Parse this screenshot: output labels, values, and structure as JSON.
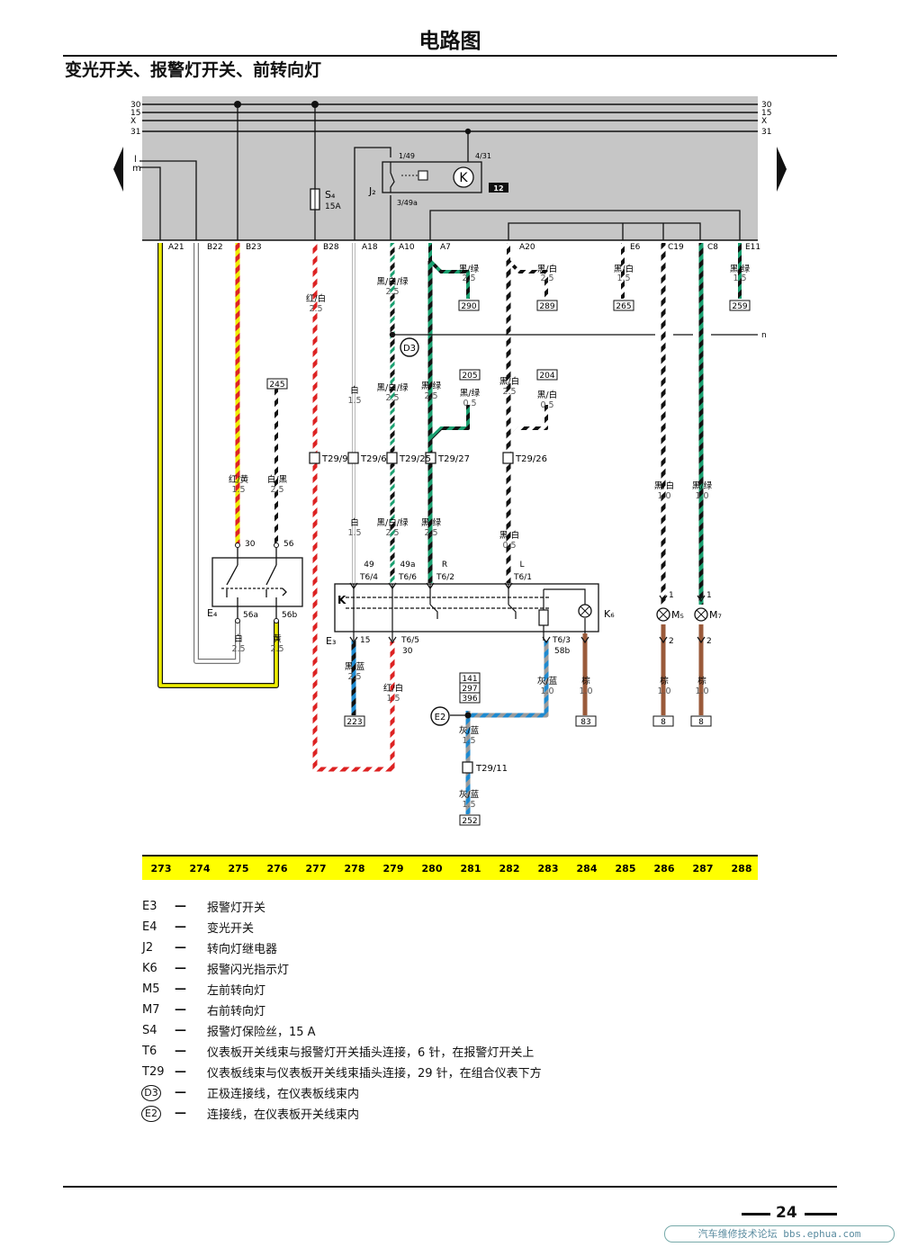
{
  "header": {
    "title": "电路图",
    "subtitle": "变光开关、报警灯开关、前转向灯"
  },
  "page_number": "24",
  "watermark": "汽车维修技术论坛 bbs.ephua.com",
  "colors": {
    "panel": "#c6c6c6",
    "yellow_bar": "#ffff00",
    "red": "#dd2222",
    "yellow": "#eeee00",
    "green": "#1aa070",
    "blue": "#1e8ad0",
    "brown": "#9a5a3a",
    "grey": "#9a9a9a"
  },
  "diagram": {
    "rails_left": [
      "30",
      "15",
      "X",
      "31"
    ],
    "rails_right": [
      "30",
      "15",
      "X",
      "31"
    ],
    "lm": [
      "l",
      "m"
    ],
    "relay": {
      "name": "J₂",
      "pin_in": "1/49",
      "pin_ground": "4/31",
      "pin_out": "3/49a",
      "position": "12"
    },
    "fuse": {
      "name": "S₄",
      "rating": "15A"
    },
    "pins": [
      "A21",
      "B22",
      "B23",
      "B28",
      "A18",
      "A10",
      "A7",
      "A20",
      "E6",
      "C19",
      "C8",
      "E11"
    ],
    "wire_labels": [
      {
        "text": "黑/绿",
        "size": "2.5"
      },
      {
        "text": "黑/白",
        "size": "2.5"
      },
      {
        "text": "黑/白",
        "size": "1.5"
      },
      {
        "text": "黑/绿",
        "size": "1.5"
      },
      {
        "text": "红/白",
        "size": "2.5"
      },
      {
        "text": "黑/白/绿",
        "size": "2.5"
      },
      {
        "text": "白",
        "size": "1.5"
      },
      {
        "text": "黑/白/绿",
        "size": "2.5"
      },
      {
        "text": "黑/绿",
        "size": "2.5"
      },
      {
        "text": "黑/绿",
        "size": "0.5"
      },
      {
        "text": "黑/白",
        "size": "2.5"
      },
      {
        "text": "黑/白",
        "size": "0.5"
      },
      {
        "text": "红/黄",
        "size": "1.5"
      },
      {
        "text": "白/黑",
        "size": "2.5"
      },
      {
        "text": "黑/白",
        "size": "1.0"
      },
      {
        "text": "黑/绿",
        "size": "1.0"
      },
      {
        "text": "白",
        "size": "1.5"
      },
      {
        "text": "黑/白/绿",
        "size": "2.5"
      },
      {
        "text": "黑/绿",
        "size": "2.5"
      },
      {
        "text": "黑/白",
        "size": "0.5"
      },
      {
        "text": "白",
        "size": "2.5"
      },
      {
        "text": "黄",
        "size": "2.5"
      },
      {
        "text": "黑/蓝",
        "size": "2.5"
      },
      {
        "text": "红/白",
        "size": "1.5"
      },
      {
        "text": "灰/蓝",
        "size": "1.0"
      },
      {
        "text": "棕",
        "size": "1.0"
      },
      {
        "text": "棕",
        "size": "1.0"
      },
      {
        "text": "棕",
        "size": "1.0"
      },
      {
        "text": "灰/蓝",
        "size": "1.5"
      },
      {
        "text": "灰/蓝",
        "size": "1.5"
      }
    ],
    "refs": [
      "290",
      "289",
      "265",
      "259",
      "205",
      "204",
      "245",
      "223",
      "141",
      "297",
      "396",
      "83",
      "8",
      "8",
      "252"
    ],
    "connectors": [
      "T29/9",
      "T29/6",
      "T29/25",
      "T29/27",
      "T29/26",
      "T29/11"
    ],
    "t6_top": [
      {
        "num": "49",
        "pin": "T6/4"
      },
      {
        "num": "49a",
        "pin": "T6/6"
      },
      {
        "num": "R",
        "pin": "T6/2"
      },
      {
        "num": "L",
        "pin": "T6/1"
      }
    ],
    "t6_bottom": [
      {
        "num": "15",
        "pin": ""
      },
      {
        "num": "30",
        "pin": "T6/5"
      },
      {
        "num": "58b",
        "pin": "T6/3"
      }
    ],
    "e4": {
      "name": "E₄",
      "top": [
        "30",
        "56"
      ],
      "bottom": [
        "56a",
        "56b"
      ]
    },
    "components": [
      "E₃",
      "K₆",
      "M₅",
      "M₇"
    ],
    "nodes": [
      "D3",
      "E2"
    ],
    "n_label": "n",
    "lamp_pins": [
      "1",
      "2"
    ],
    "positions": [
      "273",
      "274",
      "275",
      "276",
      "277",
      "278",
      "279",
      "280",
      "281",
      "282",
      "283",
      "284",
      "285",
      "286",
      "287",
      "288"
    ]
  },
  "legend": [
    {
      "code": "E3",
      "desc": "报警灯开关"
    },
    {
      "code": "E4",
      "desc": "变光开关"
    },
    {
      "code": "J2",
      "desc": "转向灯继电器"
    },
    {
      "code": "K6",
      "desc": "报警闪光指示灯"
    },
    {
      "code": "M5",
      "desc": "左前转向灯"
    },
    {
      "code": "M7",
      "desc": "右前转向灯"
    },
    {
      "code": "S4",
      "desc": "报警灯保险丝，15 A"
    },
    {
      "code": "T6",
      "desc": "仪表板开关线束与报警灯开关插头连接，6 针，在报警灯开关上"
    },
    {
      "code": "T29",
      "desc": "仪表板线束与仪表板开关线束插头连接，29 针，在组合仪表下方"
    },
    {
      "code": "D3",
      "desc": "正极连接线，在仪表板线束内",
      "circled": true
    },
    {
      "code": "E2",
      "desc": "连接线，在仪表板开关线束内",
      "circled": true
    }
  ]
}
